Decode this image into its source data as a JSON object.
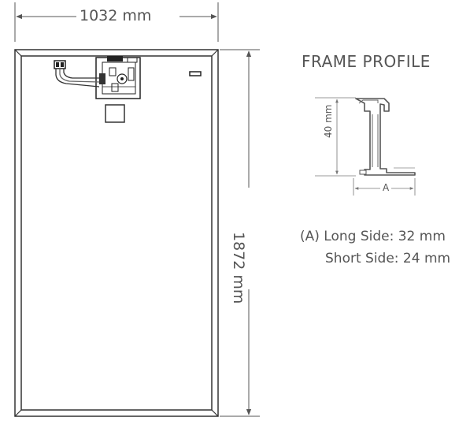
{
  "dimensions": {
    "width": "1032 mm",
    "height": "1872 mm"
  },
  "frame_profile": {
    "title": "FRAME PROFILE",
    "depth": "40 mm",
    "width_marker": "A",
    "notes": {
      "long_side": "(A) Long Side: 32 mm",
      "short_side": "Short Side: 24 mm"
    }
  }
}
